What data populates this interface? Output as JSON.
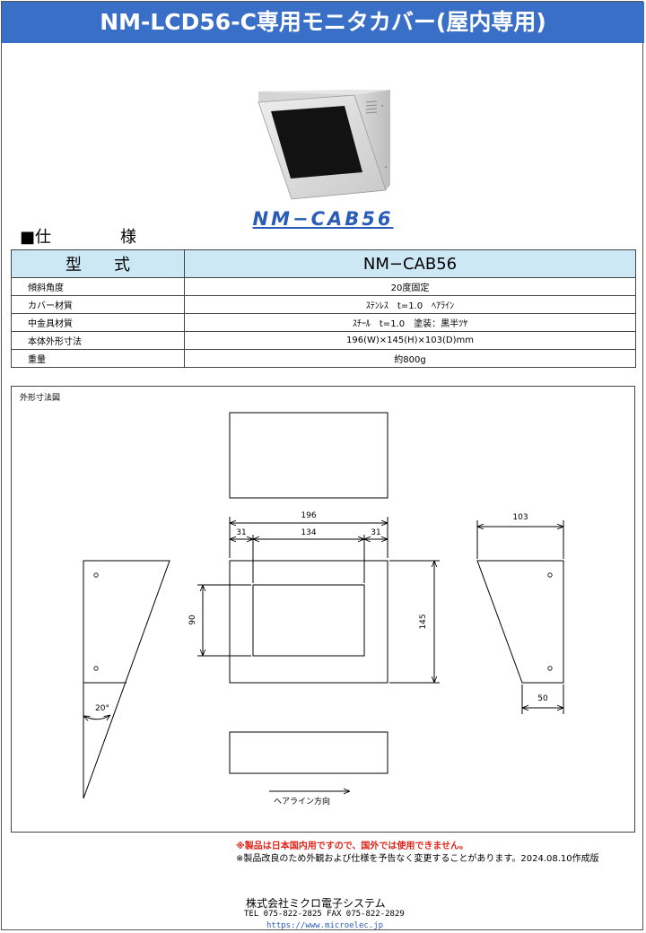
{
  "title": "NM-LCD56-C専用モニタカバー(屋内専用)",
  "model_caption": "NM−CAB56",
  "spec_heading": {
    "mark": "■",
    "part1": "仕",
    "part2": "様"
  },
  "spec_table": {
    "header": {
      "label": "型　　式",
      "value": "NM−CAB56"
    },
    "rows": [
      {
        "label": "傾斜角度",
        "value": "20度固定"
      },
      {
        "label": "カバー材質",
        "value": "ｽﾃﾝﾚｽ　t=1.0　ﾍｱﾗｲﾝ"
      },
      {
        "label": "中金具材質",
        "value": "ｽﾁｰﾙ　t=1.0　塗装：黒半ﾂﾔ"
      },
      {
        "label": "本体外形寸法",
        "value": "196(W)×145(H)×103(D)mm"
      },
      {
        "label": "重量",
        "value": "約800g"
      }
    ]
  },
  "drawing": {
    "label": "外形寸法図",
    "dims": {
      "width": "196",
      "left": "31",
      "center": "134",
      "right": "31",
      "height": "145",
      "screen_h": "90",
      "depth": "103",
      "bottom_depth": "50",
      "angle": "20°"
    },
    "direction_label": "ヘアライン方向"
  },
  "notes": {
    "warning": "※製品は日本国内用ですので、国外では使用できません。",
    "change": "※製品改良のため外観および仕様を予告なく変更することがあります。2024.08.10作成版"
  },
  "footer": {
    "company": "株式会社ミクロ電子システム",
    "tel": "TEL 075-822-2825 FAX 075-822-2829",
    "url": "https://www.microelec.jp"
  },
  "colors": {
    "title_bg": "#3a6fc8",
    "table_head_bg": "#cde8f5",
    "warning": "#e0261b",
    "caption": "#2a5db8"
  }
}
